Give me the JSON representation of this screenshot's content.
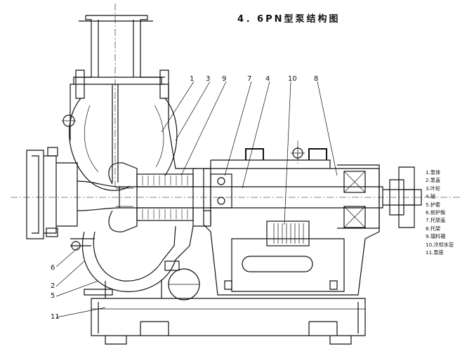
{
  "title": "4．6PN型泵结构图",
  "callouts": [
    "1",
    "3",
    "9",
    "7",
    "4",
    "10",
    "8",
    "6",
    "2",
    "5",
    "11"
  ],
  "legend": [
    "1.泵体",
    "2.泵盖",
    "3.叶轮",
    "4.轴",
    "5.护套",
    "6.前护板",
    "7.托架盖",
    "8.托架",
    "9.填料箱",
    "10.冷却水管",
    "11.泵座"
  ]
}
